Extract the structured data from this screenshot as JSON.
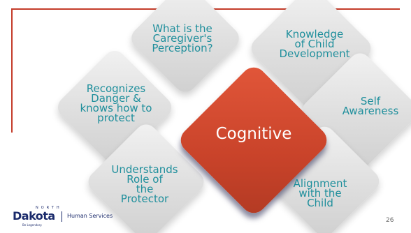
{
  "center": {
    "label": "Cognitive"
  },
  "items": [
    {
      "label": "What is the\nCaregiver's\nPerception?"
    },
    {
      "label": "Knowledge\nof Child\nDevelopment"
    },
    {
      "label": "Recognizes\nDanger &\nknows how to\nprotect"
    },
    {
      "label": "Self\nAwareness"
    },
    {
      "label": "Understands\nRole of\nthe\nProtector"
    },
    {
      "label": "Alignment\nwith the\nChild"
    }
  ],
  "logo": {
    "north": "NORTH",
    "name": "Dakota",
    "department": "Human Services",
    "tagline": "Be Legendary."
  },
  "page_number": "26",
  "colors": {
    "accent": "#c43c2a",
    "text_teal": "#1f8f9c",
    "center_fill": "#c9432a",
    "logo_navy": "#1a2a6b"
  }
}
